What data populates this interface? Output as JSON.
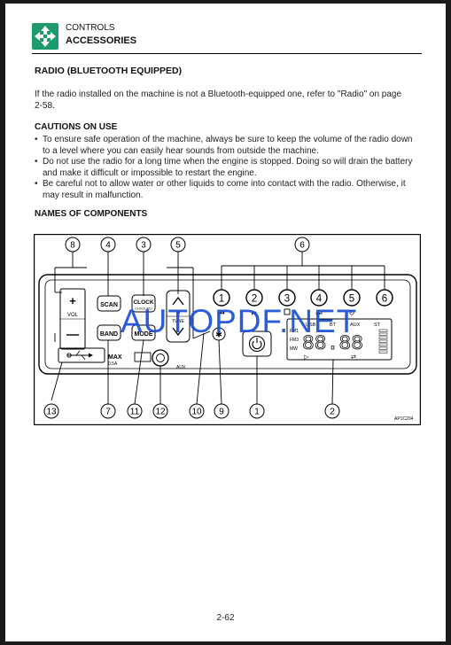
{
  "header": {
    "section": "CONTROLS",
    "title": "ACCESSORIES"
  },
  "heading": "RADIO (BLUETOOTH EQUIPPED)",
  "intro": "If the radio installed on the machine is not a Bluetooth-equipped one, refer to \"Radio\" on page 2-58.",
  "cautions": {
    "title": "CAUTIONS ON USE",
    "items": [
      "To ensure safe operation of the machine, always be sure to keep the volume of the radio down to a level where you can easily hear sounds from outside the machine.",
      "Do not use the radio for a long time when the engine is stopped. Doing so will drain the battery and make it difficult or impossible to restart the engine.",
      "Be careful not to allow water or other liquids to come into contact with the radio. Otherwise, it may result in malfunction."
    ]
  },
  "components": {
    "title": "NAMES OF COMPONENTS"
  },
  "radio": {
    "callouts_top": [
      "8",
      "4",
      "3",
      "5",
      "6"
    ],
    "callouts_bottom": [
      "13",
      "7",
      "11",
      "12",
      "10",
      "9",
      "1",
      "2"
    ],
    "preset_numbers": [
      "1",
      "2",
      "3",
      "4",
      "5",
      "6"
    ],
    "vol_label": "VOL",
    "scan_label": "SCAN",
    "clock_label": "CLOCK",
    "clock_sub": "CLOCK ADJ",
    "band_label": "BAND",
    "mode_label": "MODE",
    "m_label": "M",
    "tune_label": "TUNE",
    "max_label": "MAX",
    "max_sub": "0.5A",
    "aux_label": "AUX",
    "display_top": [
      "USB",
      "BT",
      "AUX",
      "ST"
    ],
    "display_bands": [
      "FM1",
      "FM3",
      "MW"
    ],
    "display_digits": "88.88",
    "figure_id": "AP1C204"
  },
  "watermark": "AUTOPDF.NET",
  "page_number": "2-62"
}
